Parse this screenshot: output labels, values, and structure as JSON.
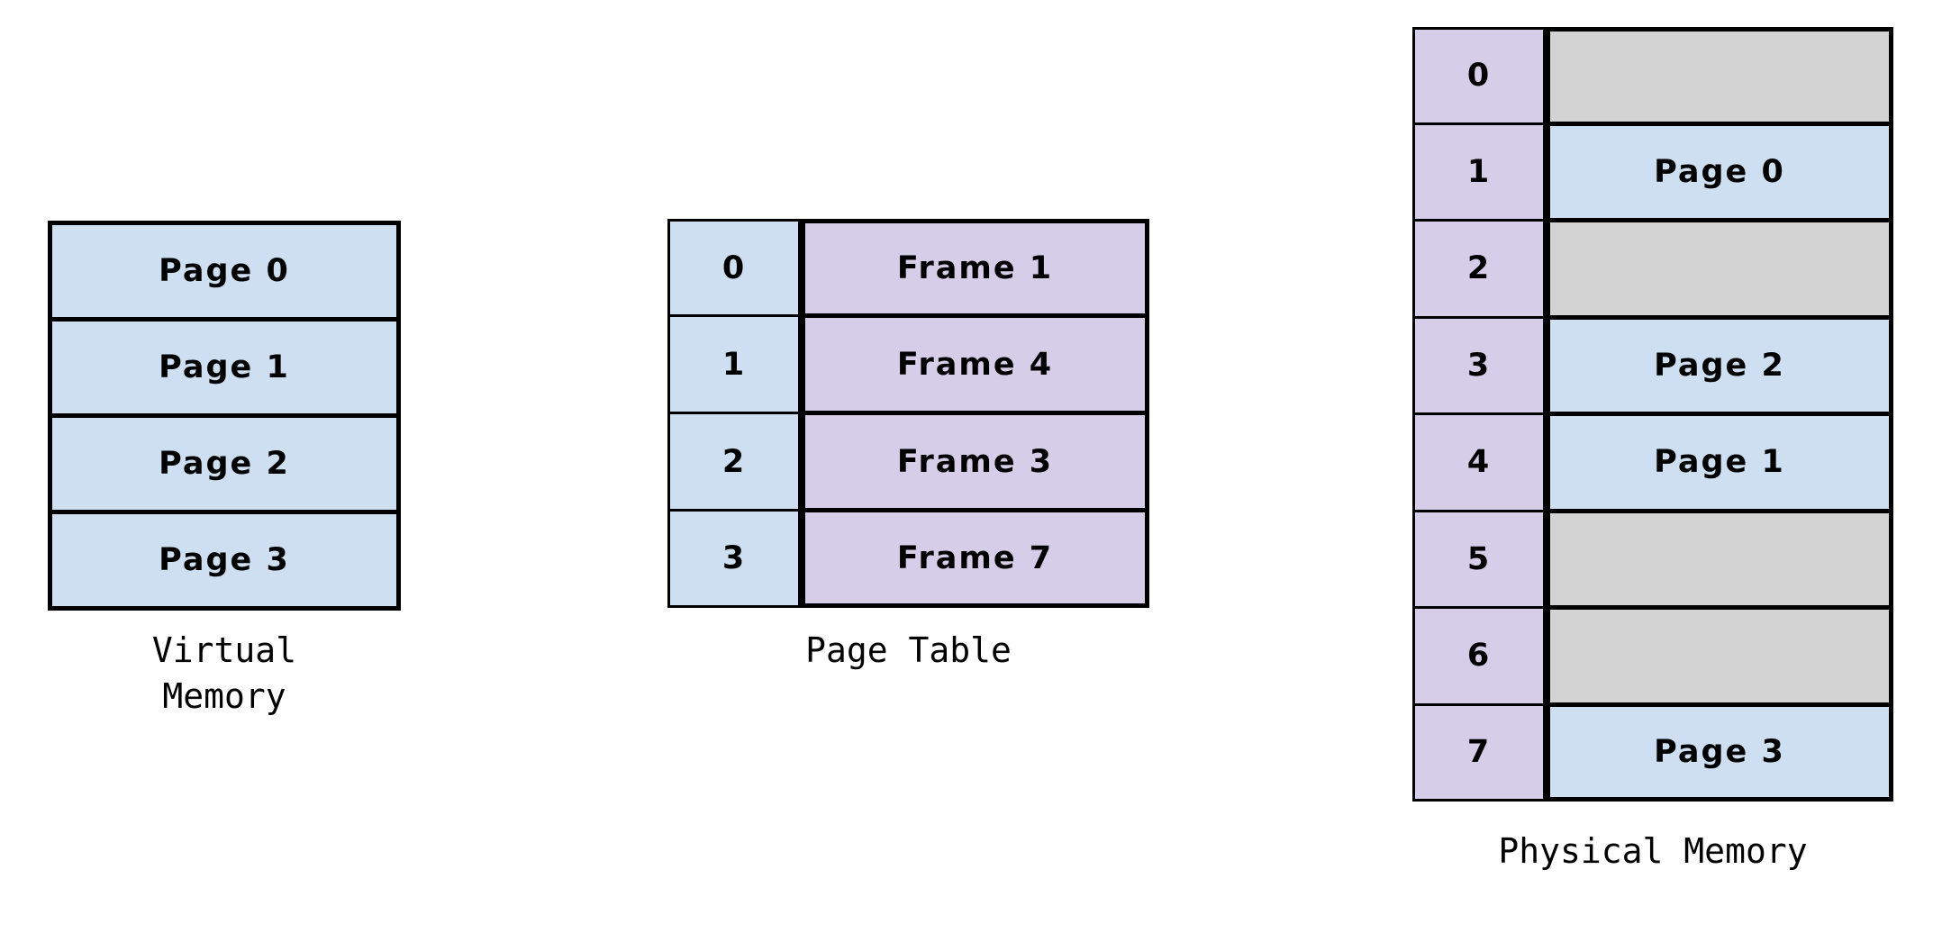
{
  "diagram": {
    "title_semantic": "virtual-memory-paging-diagram",
    "colors": {
      "page_blue": "#cddff0",
      "frame_purple": "#d6cde8",
      "free_gray": "#d3d3d3",
      "border_black": "#000000",
      "background": "#ffffff"
    }
  },
  "virtual_memory": {
    "caption": "Virtual\nMemory",
    "rows": [
      {
        "label": "Page 0"
      },
      {
        "label": "Page 1"
      },
      {
        "label": "Page 2"
      },
      {
        "label": "Page 3"
      }
    ]
  },
  "page_table": {
    "caption": "Page Table",
    "rows": [
      {
        "index": "0",
        "frame": "Frame 1"
      },
      {
        "index": "1",
        "frame": "Frame 4"
      },
      {
        "index": "2",
        "frame": "Frame 3"
      },
      {
        "index": "3",
        "frame": "Frame 7"
      }
    ]
  },
  "physical_memory": {
    "caption": "Physical Memory",
    "rows": [
      {
        "index": "0",
        "content": "",
        "state": "free"
      },
      {
        "index": "1",
        "content": "Page 0",
        "state": "occupied"
      },
      {
        "index": "2",
        "content": "",
        "state": "free"
      },
      {
        "index": "3",
        "content": "Page 2",
        "state": "occupied"
      },
      {
        "index": "4",
        "content": "Page 1",
        "state": "occupied"
      },
      {
        "index": "5",
        "content": "",
        "state": "free"
      },
      {
        "index": "6",
        "content": "",
        "state": "free"
      },
      {
        "index": "7",
        "content": "Page 3",
        "state": "occupied"
      }
    ]
  }
}
